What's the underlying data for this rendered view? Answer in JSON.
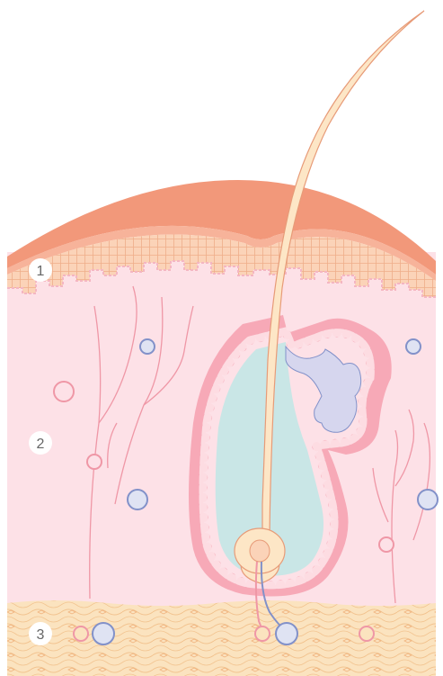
{
  "labels": [
    {
      "id": "epidermis",
      "text": "1"
    },
    {
      "id": "dermis",
      "text": "2"
    },
    {
      "id": "hypodermis",
      "text": "3"
    }
  ],
  "colors": {
    "stratum_corneum": "#f2987a",
    "epidermis": "#fbd3b8",
    "dermis": "#fde1e7",
    "hypodermis": "#fbe3bf",
    "hair": "#fde6c6",
    "hair_stroke": "#e79b78",
    "follicle_outer": "#f7a9b7",
    "follicle_inner": "#c9e6e6",
    "gland": "#d6d6ee",
    "vessel_pink": "#ef97a6",
    "vessel_blue": "#8291c9",
    "label_bg": "#ffffff",
    "label_text": "#666666"
  }
}
